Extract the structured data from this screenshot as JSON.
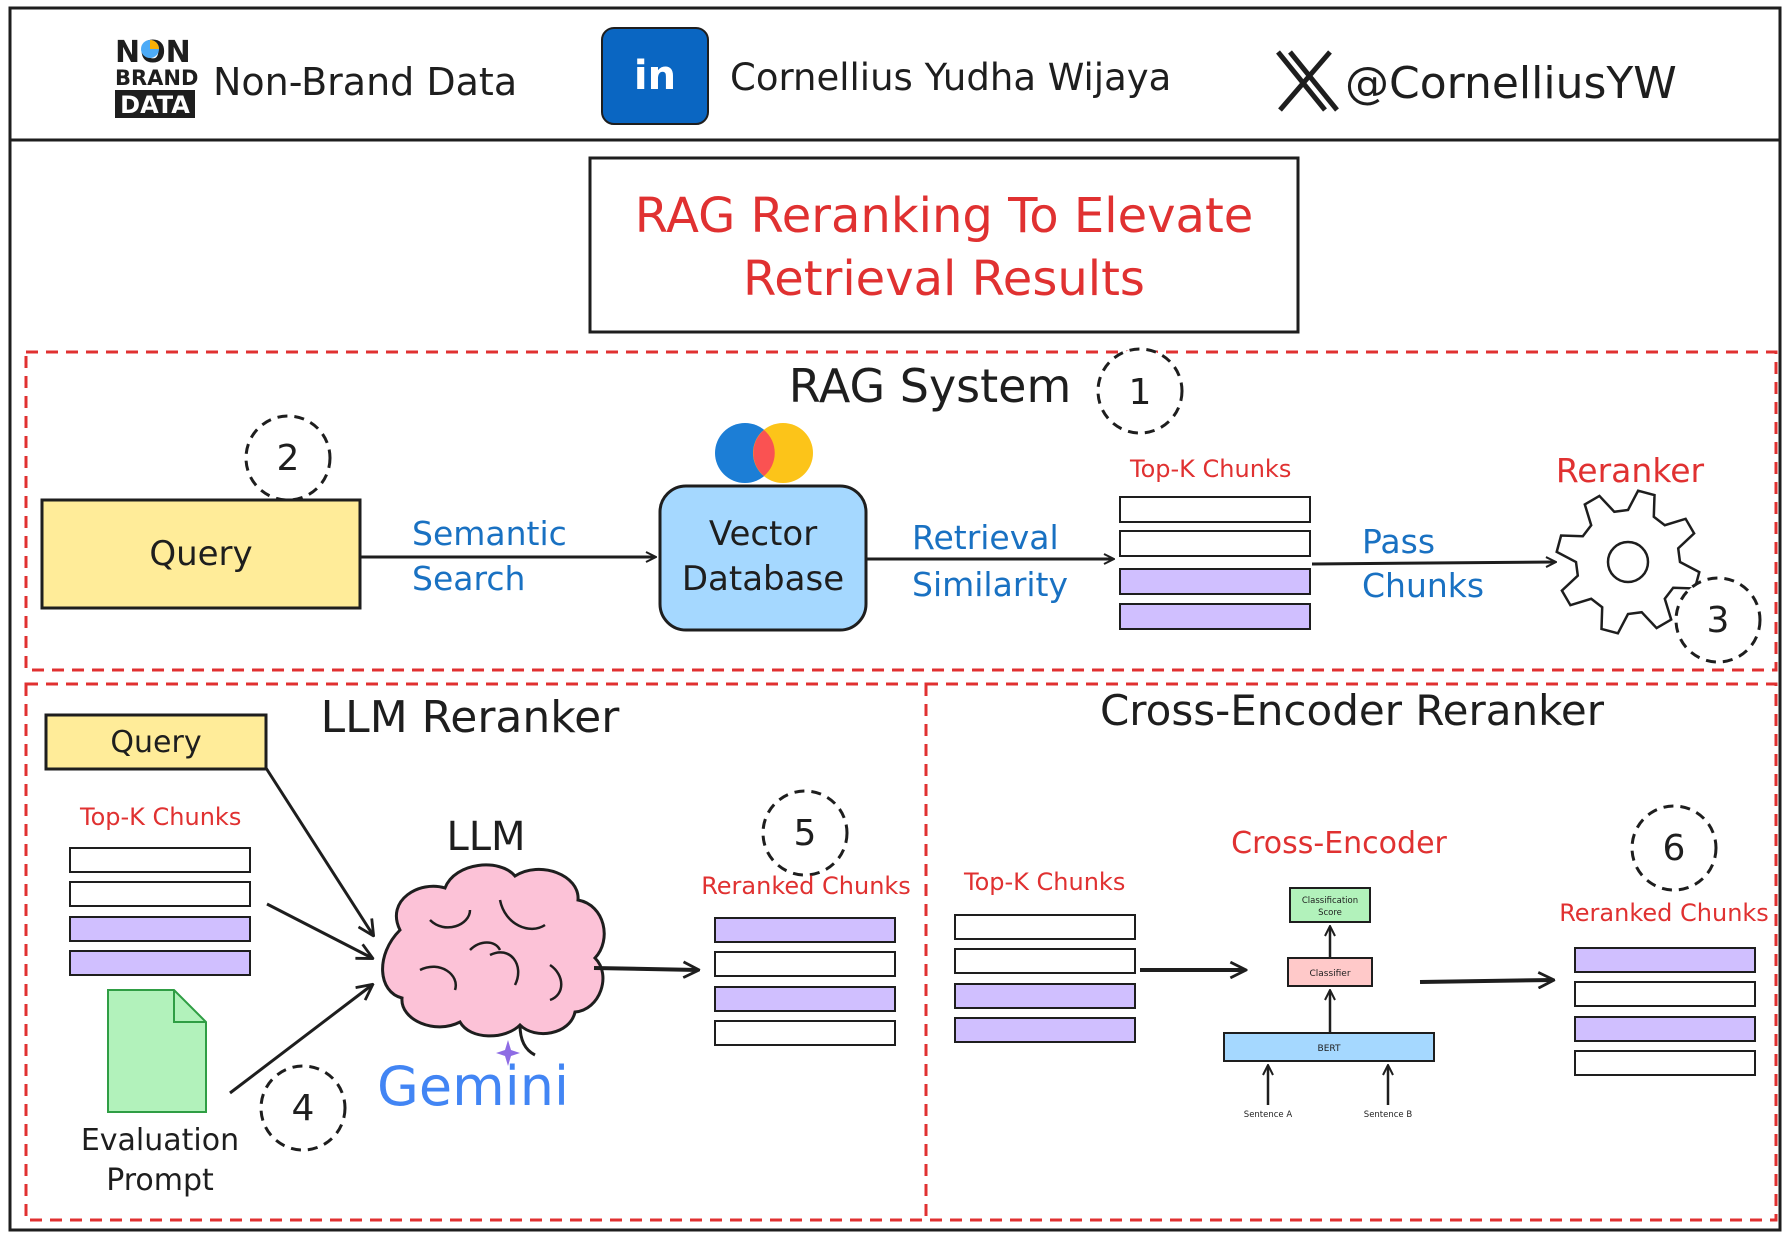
{
  "header": {
    "brand_logo_lines": [
      "NON",
      "BRAND",
      "DATA"
    ],
    "brand_name": "Non-Brand Data",
    "linkedin_icon_label": "in",
    "author_name": "Cornellius Yudha Wijaya",
    "x_handle": "@CornelliusYW"
  },
  "title": {
    "line1": "RAG Reranking To Elevate",
    "line2": "Retrieval Results"
  },
  "rag_system": {
    "heading": "RAG System",
    "step_badge": "1",
    "query_label": "Query",
    "query_badge": "2",
    "edge_semantic_1": "Semantic",
    "edge_semantic_2": "Search",
    "vector_db_1": "Vector",
    "vector_db_2": "Database",
    "edge_retrieval_1": "Retrieval",
    "edge_retrieval_2": "Similarity",
    "topk_label": "Top-K Chunks",
    "edge_pass_1": "Pass",
    "edge_pass_2": "Chunks",
    "reranker_label": "Reranker",
    "reranker_badge": "3"
  },
  "llm_reranker": {
    "heading": "LLM Reranker",
    "query_label": "Query",
    "topk_label": "Top-K Chunks",
    "prompt_label_1": "Evaluation",
    "prompt_label_2": "Prompt",
    "prompt_badge": "4",
    "llm_label": "LLM",
    "gemini_label": "Gemini",
    "reranked_label": "Reranked Chunks",
    "reranked_badge": "5"
  },
  "cross_encoder": {
    "heading": "Cross-Encoder Reranker",
    "topk_label": "Top-K Chunks",
    "model_label": "Cross-Encoder",
    "classification_1": "Classification",
    "classification_2": "Score",
    "classifier": "Classifier",
    "bert": "BERT",
    "sentence_a": "Sentence A",
    "sentence_b": "Sentence B",
    "reranked_label": "Reranked Chunks",
    "reranked_badge": "6"
  },
  "colors": {
    "accent_red": "#e03131",
    "label_blue": "#1971c2",
    "query_fill": "#ffec99",
    "db_fill": "#a5d8ff",
    "chunk_purple": "#d0bfff",
    "prompt_fill": "#b2f2bb",
    "classifier_fill": "#ffc9c9",
    "linkedin_blue": "#0a66c2"
  }
}
